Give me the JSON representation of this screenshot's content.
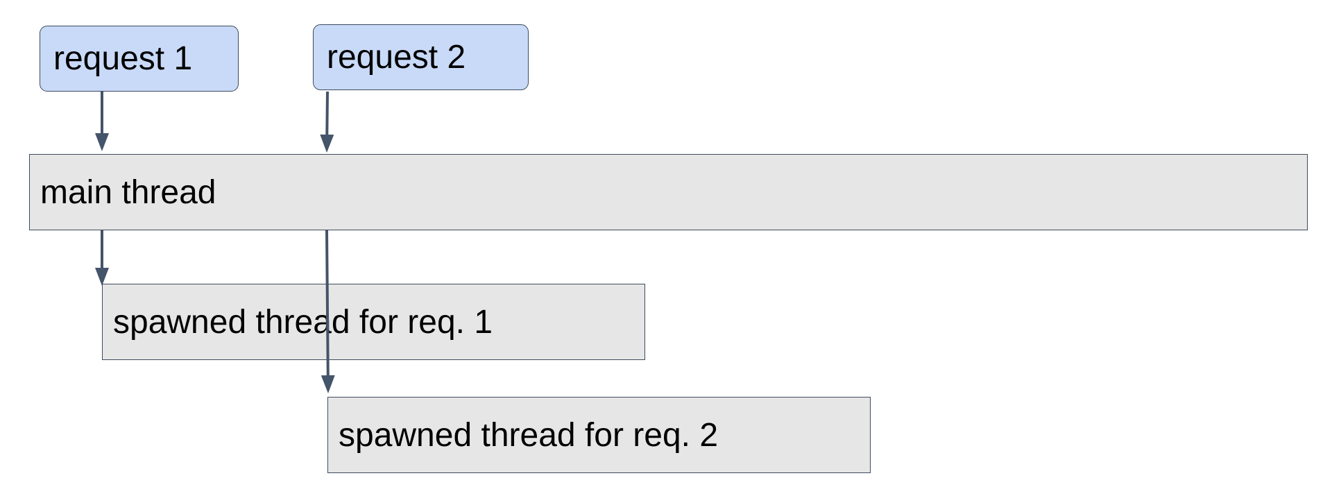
{
  "colors": {
    "request_fill": "#c9daf8",
    "thread_fill": "#e6e6e6",
    "border": "#3d4a5c",
    "arrow": "#44546a"
  },
  "nodes": {
    "request_1": "request 1",
    "request_2": "request 2",
    "main_thread": "main thread",
    "spawned_1": "spawned thread for req. 1",
    "spawned_2": "spawned thread for req. 2"
  },
  "edges": [
    {
      "from": "request_1",
      "to": "main_thread"
    },
    {
      "from": "request_2",
      "to": "main_thread"
    },
    {
      "from": "main_thread",
      "to": "spawned_1"
    },
    {
      "from": "main_thread",
      "to": "spawned_2"
    }
  ]
}
